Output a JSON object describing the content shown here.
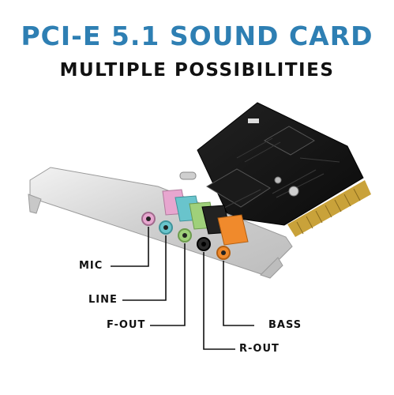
{
  "header": {
    "title": "PCI-E 5.1 SOUND CARD",
    "subtitle": "MULTIPLE POSSIBILITIES"
  },
  "ports": [
    {
      "label": "MIC",
      "color": "#e7a6cf"
    },
    {
      "label": "LINE",
      "color": "#69c4cc"
    },
    {
      "label": "F-OUT",
      "color": "#9fd07a"
    },
    {
      "label": "R-OUT",
      "color": "#1a1a1a"
    },
    {
      "label": "BASS",
      "color": "#f08a2c"
    }
  ],
  "colors": {
    "title": "#2e7fb3",
    "pcb": "#121212",
    "gold_contacts": "#c9a23a",
    "bracket": "#d8d8d8"
  }
}
